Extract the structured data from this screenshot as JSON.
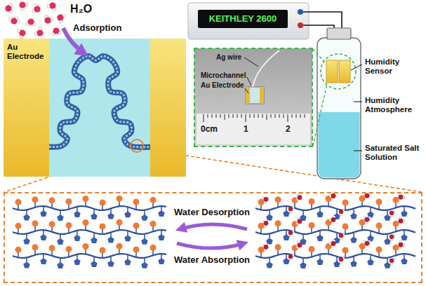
{
  "diagram": {
    "nodes": [
      {
        "text": [
          "Au Electrode"
        ]
      },
      {
        "text": [
          "KEITHLEY 2600"
        ]
      },
      {
        "text": [
          "Ag wire",
          "Microchannel",
          "Au Electrode",
          "0cm",
          "1",
          "2"
        ]
      },
      {
        "text": [
          "Water Desorption",
          "Water Absorption"
        ]
      }
    ],
    "labels": [
      "H₂O",
      "Adsorption",
      "Humidity Sensor",
      "Humidity Atmosphere",
      "Saturated Salt Solution"
    ]
  }
}
